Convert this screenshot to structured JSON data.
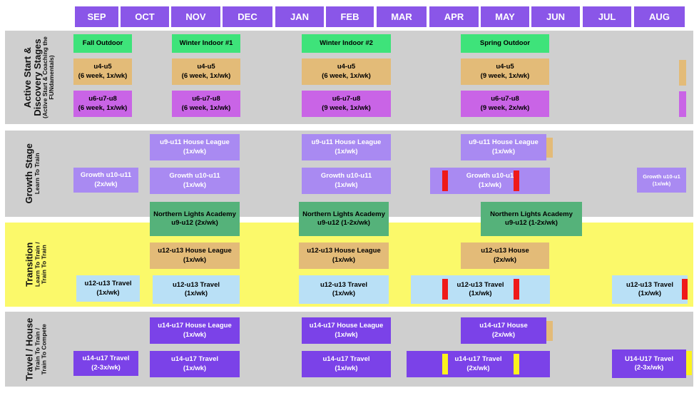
{
  "months": [
    "SEP",
    "OCT",
    "NOV",
    "DEC",
    "JAN",
    "FEB",
    "MAR",
    "APR",
    "MAY",
    "JUN",
    "JUL",
    "AUG"
  ],
  "stages": {
    "active": {
      "title1": "Active Start &",
      "title2": "Discovery Stages",
      "sub1": "(Active Start & Coaching the",
      "sub2": "FUNdamentals)"
    },
    "growth": {
      "title": "Growth Stage",
      "sub": "Learn To Train"
    },
    "transition": {
      "title": "Transition",
      "sub1": "Learn To Train /",
      "sub2": "Train To Train"
    },
    "travel": {
      "title": "Travel / House",
      "sub1": "Train To Train /",
      "sub2": "Train To Compete"
    }
  },
  "programs": {
    "fall_outdoor": {
      "l1": "Fall Outdoor"
    },
    "winter_indoor_1": {
      "l1": "Winter Indoor #1"
    },
    "winter_indoor_2": {
      "l1": "Winter Indoor #2"
    },
    "spring_outdoor": {
      "l1": "Spring Outdoor"
    },
    "u45_a": {
      "l1": "u4-u5",
      "l2": "(6 week, 1x/wk)"
    },
    "u45_b": {
      "l1": "u4-u5",
      "l2": "(6 week, 1x/wk)"
    },
    "u45_c": {
      "l1": "u4-u5",
      "l2": "(6 week, 1x/wk)"
    },
    "u45_d": {
      "l1": "u4-u5",
      "l2": "(9 week, 1x/wk)"
    },
    "u678_a": {
      "l1": "u6-u7-u8",
      "l2": "(6 week, 1x/wk)"
    },
    "u678_b": {
      "l1": "u6-u7-u8",
      "l2": "(6 week, 1x/wk)"
    },
    "u678_c": {
      "l1": "u6-u7-u8",
      "l2": "(9 week, 1x/wk)"
    },
    "u678_d": {
      "l1": "u6-u7-u8",
      "l2": "(9 week, 2x/wk)"
    },
    "u911_hl_a": {
      "l1": "u9-u11 House League",
      "l2": "(1x/wk)"
    },
    "u911_hl_b": {
      "l1": "u9-u11 House League",
      "l2": "(1x/wk)"
    },
    "u911_hl_c": {
      "l1": "u9-u11 House League",
      "l2": "(1x/wk)"
    },
    "growth_a": {
      "l1": "Growth u10-u11",
      "l2": "(2x/wk)"
    },
    "growth_b": {
      "l1": "Growth u10-u11",
      "l2": "(1x/wk)"
    },
    "growth_c": {
      "l1": "Growth u10-u11",
      "l2": "(1x/wk)"
    },
    "growth_d": {
      "l1": "Growth u10-u1",
      "l2": "(1x/wk)"
    },
    "growth_e": {
      "l1": "Growth u10-u1",
      "l2": "(1x/wk)"
    },
    "nla_a": {
      "l1": "Northern Lights Academy",
      "l2": "u9-u12 (2x/wk)"
    },
    "nla_b": {
      "l1": "Northern Lights Academy",
      "l2": "u9-u12 (1-2x/wk)"
    },
    "nla_c": {
      "l1": "Northern Lights Academy",
      "l2": "u9-u12 (1-2x/wk)"
    },
    "u1213_hl_a": {
      "l1": "u12-u13 House League",
      "l2": "(1x/wk)"
    },
    "u1213_hl_b": {
      "l1": "u12-u13 House League",
      "l2": "(1x/wk)"
    },
    "u1213_h_c": {
      "l1": "u12-u13 House",
      "l2": "(2x/wk)"
    },
    "u1213_tr_a": {
      "l1": "u12-u13 Travel",
      "l2": "(1x/wk)"
    },
    "u1213_tr_b": {
      "l1": "u12-u13 Travel",
      "l2": "(1x/wk)"
    },
    "u1213_tr_c": {
      "l1": "u12-u13 Travel",
      "l2": "(1x/wk)"
    },
    "u1213_tr_d": {
      "l1": "u12-u13 Travel",
      "l2": "(1x/wk)"
    },
    "u1213_tr_e": {
      "l1": "u12-u13 Travel",
      "l2": "(1x/wk)"
    },
    "u1417_hl_a": {
      "l1": "u14-u17 House League",
      "l2": "(1x/wk)"
    },
    "u1417_hl_b": {
      "l1": "u14-u17 House League",
      "l2": "(1x/wk)"
    },
    "u1417_h_c": {
      "l1": "u14-u17 House",
      "l2": "(2x/wk)"
    },
    "u1417_tr_a": {
      "l1": "u14-u17 Travel",
      "l2": "(2-3x/wk)"
    },
    "u1417_tr_b": {
      "l1": "u14-u17 Travel",
      "l2": "(1x/wk)"
    },
    "u1417_tr_c": {
      "l1": "u14-u17 Travel",
      "l2": "(1x/wk)"
    },
    "u1417_tr_d": {
      "l1": "u14-u17 Travel",
      "l2": "(2x/wk)"
    },
    "u1417_tr_e": {
      "l1": "U14-U17 Travel",
      "l2": "(2-3x/wk)"
    }
  },
  "colors": {
    "month_header": "#8a56e8",
    "gray_band": "#cfcfcf",
    "transition_band": "#fbf96a",
    "season": "#3ee37a",
    "u4u5": "#e3bb78",
    "u6u8": "#c964e6",
    "growth": "#a98af2",
    "academy": "#55b27a",
    "u12u13_travel": "#b9e0f6",
    "u14u17": "#7b42e8",
    "break_red": "#ef1a1a",
    "break_yellow": "#fbf21d"
  }
}
